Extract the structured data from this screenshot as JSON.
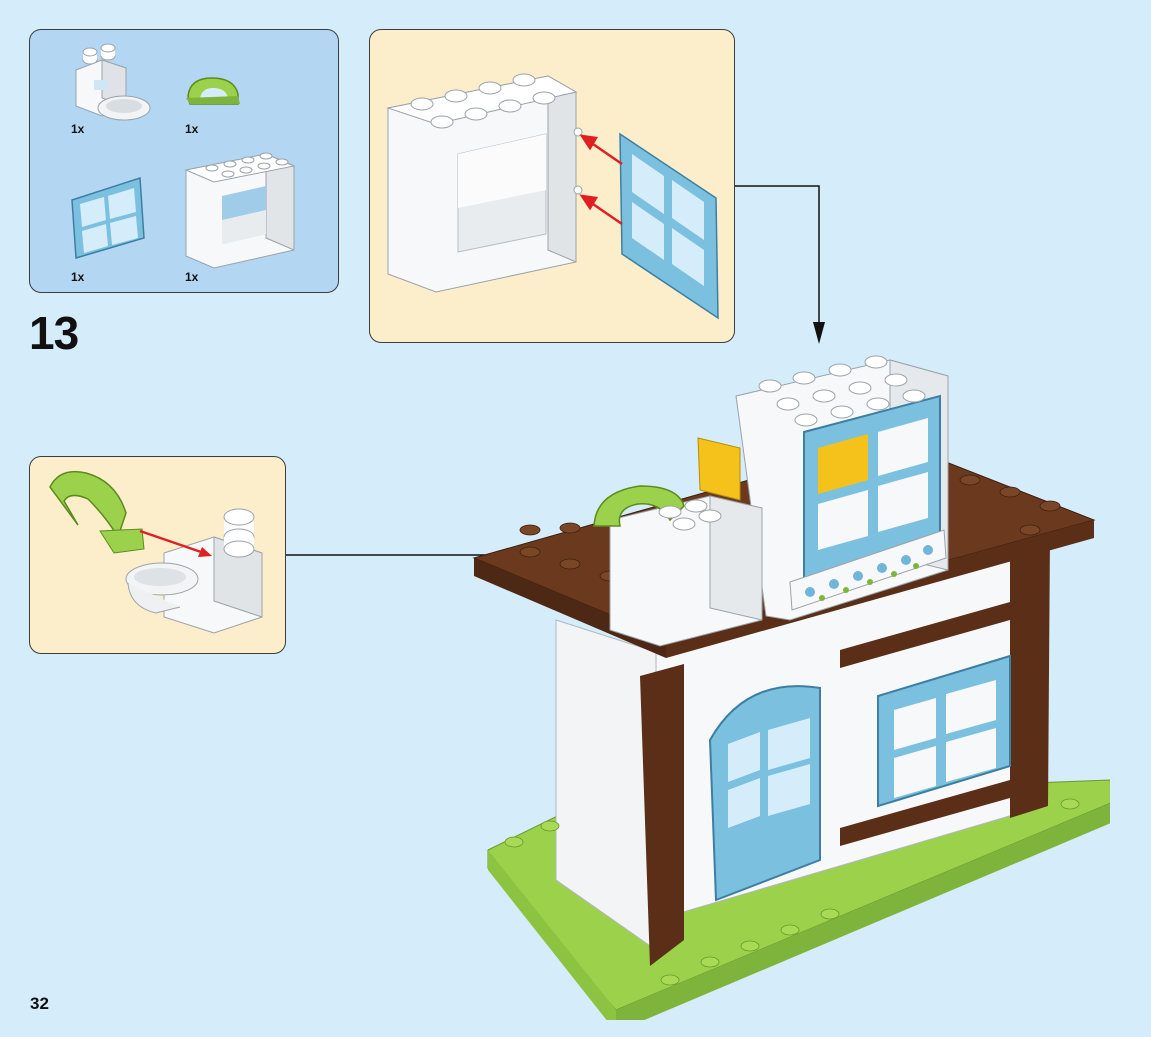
{
  "page": {
    "step_number": "13",
    "page_number": "32"
  },
  "parts_list": {
    "items": [
      {
        "name": "washbasin-brick",
        "quantity": "1x",
        "color": "#ffffff"
      },
      {
        "name": "toilet-seat-ring",
        "quantity": "1x",
        "color": "#9bd14b"
      },
      {
        "name": "window-frame-blue",
        "quantity": "1x",
        "color": "#7cc0df"
      },
      {
        "name": "wall-frame-white",
        "quantity": "1x",
        "color": "#ffffff"
      }
    ]
  },
  "colors": {
    "background": "#d5ecfa",
    "parts_panel": "#b3d7f3",
    "callout_panel": "#fdeecb",
    "assembly_arrow": "#e02020",
    "roof_brown": "#5a2e17",
    "base_green": "#9bd14b",
    "window_blue": "#7cc0df",
    "brick_white": "#f4f5f6",
    "accent_yellow": "#f5c21b"
  }
}
